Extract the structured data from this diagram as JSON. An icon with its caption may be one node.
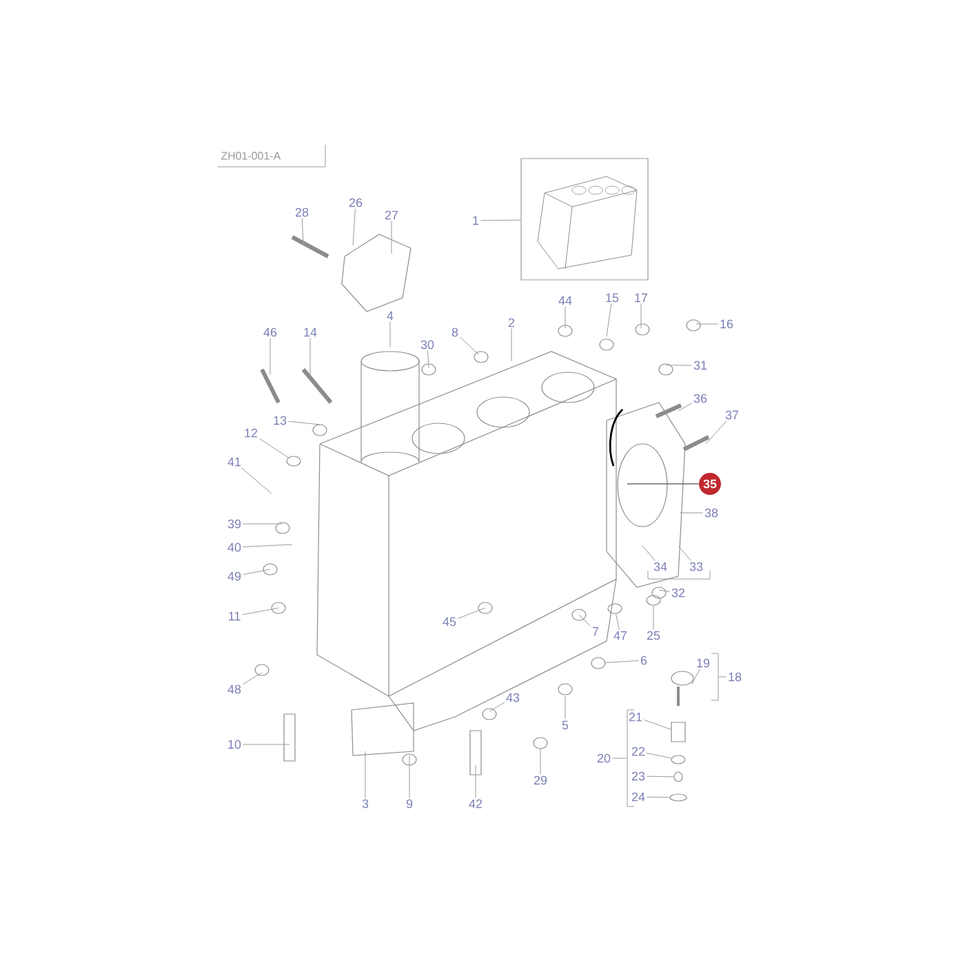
{
  "diagram": {
    "nodes": [
      {
        "text": [],
        "shape": "picture"
      },
      {
        "text": [
          "1"
        ]
      },
      {
        "text": [
          "28"
        ]
      },
      {
        "text": [
          "26"
        ]
      },
      {
        "text": [
          "27"
        ]
      },
      {
        "text": [
          "4"
        ]
      },
      {
        "text": [
          "44"
        ]
      },
      {
        "text": [
          "15"
        ]
      },
      {
        "text": [
          "17"
        ]
      },
      {
        "text": [
          "16"
        ]
      },
      {
        "text": [
          "46"
        ]
      },
      {
        "text": [
          "14"
        ]
      },
      {
        "text": [
          "30"
        ]
      },
      {
        "text": [
          "8"
        ]
      },
      {
        "text": [
          "2"
        ]
      },
      {
        "text": [
          "31"
        ]
      },
      {
        "text": [
          "36"
        ]
      },
      {
        "text": [
          "37"
        ]
      },
      {
        "text": [
          "13"
        ]
      },
      {
        "text": [
          "12"
        ]
      },
      {
        "text": [
          "41"
        ]
      },
      {
        "text": [
          "35"
        ]
      },
      {
        "text": [
          "39"
        ]
      },
      {
        "text": [
          "38"
        ]
      },
      {
        "text": [
          "40"
        ]
      },
      {
        "text": [
          "49"
        ]
      },
      {
        "text": [
          "34"
        ]
      },
      {
        "text": [
          "33"
        ]
      },
      {
        "text": [
          "11"
        ]
      },
      {
        "text": [
          "32"
        ]
      },
      {
        "text": [
          "45"
        ]
      },
      {
        "text": [
          "7"
        ]
      },
      {
        "text": [
          "47"
        ]
      },
      {
        "text": [
          "25"
        ]
      },
      {
        "text": [
          "6"
        ]
      },
      {
        "text": [
          "19"
        ]
      },
      {
        "text": [
          "18"
        ]
      },
      {
        "text": [
          "48"
        ]
      },
      {
        "text": [
          "43"
        ]
      },
      {
        "text": [
          "5"
        ]
      },
      {
        "text": [
          "21"
        ]
      },
      {
        "text": [
          "10"
        ]
      },
      {
        "text": [
          "22"
        ]
      },
      {
        "text": [
          "20"
        ]
      },
      {
        "text": [
          "23"
        ]
      },
      {
        "text": [
          "29"
        ]
      },
      {
        "text": [
          "24"
        ]
      },
      {
        "text": [
          "3"
        ]
      },
      {
        "text": [
          "9"
        ]
      },
      {
        "text": [
          "42"
        ]
      },
      {
        "text": [],
        "shape": "bar"
      },
      {
        "text": [],
        "shape": "bar"
      },
      {
        "text": [],
        "shape": "bar"
      },
      {
        "text": [],
        "shape": "circle"
      },
      {
        "text": [],
        "shape": "circle"
      },
      {
        "text": [],
        "shape": "circle"
      },
      {
        "text": [],
        "shape": "circle"
      },
      {
        "text": [],
        "shape": "box"
      },
      {
        "text": [],
        "shape": "circle"
      },
      {
        "text": [],
        "shape": "circle"
      },
      {
        "text": [],
        "shape": "circle"
      },
      {
        "text": [],
        "shape": "circle"
      }
    ],
    "edges": [
      {
        "from": 1,
        "to": 0,
        "arrow": "none"
      },
      {
        "from": 2,
        "to": null,
        "arrow": "none"
      },
      {
        "from": 3,
        "to": null,
        "arrow": "none"
      },
      {
        "from": 4,
        "to": null,
        "arrow": "none"
      },
      {
        "from": 5,
        "to": null,
        "arrow": "none"
      },
      {
        "from": 6,
        "to": null,
        "arrow": "none"
      },
      {
        "from": 7,
        "to": null,
        "arrow": "none"
      },
      {
        "from": 8,
        "to": null,
        "arrow": "none"
      },
      {
        "from": 9,
        "to": null,
        "arrow": "none"
      },
      {
        "from": 10,
        "to": null,
        "arrow": "none"
      },
      {
        "from": 11,
        "to": null,
        "arrow": "none"
      },
      {
        "from": 12,
        "to": null,
        "arrow": "none"
      },
      {
        "from": 13,
        "to": null,
        "arrow": "none"
      },
      {
        "from": 14,
        "to": null,
        "arrow": "none"
      },
      {
        "from": 15,
        "to": null,
        "arrow": "none"
      },
      {
        "from": 16,
        "to": null,
        "arrow": "none"
      },
      {
        "from": 17,
        "to": null,
        "arrow": "none"
      },
      {
        "from": 18,
        "to": null,
        "arrow": "none"
      },
      {
        "from": 19,
        "to": 53,
        "arrow": "none"
      },
      {
        "from": 20,
        "to": null,
        "arrow": "none"
      },
      {
        "from": 21,
        "to": null,
        "arrow": "none",
        "color": "#222222"
      },
      {
        "from": 22,
        "to": null,
        "arrow": "none"
      },
      {
        "from": 23,
        "to": null,
        "arrow": "none"
      },
      {
        "from": 24,
        "to": null,
        "arrow": "none"
      },
      {
        "from": 25,
        "to": null,
        "arrow": "none"
      },
      {
        "from": 26,
        "to": null,
        "arrow": "none"
      },
      {
        "from": 27,
        "to": null,
        "arrow": "none"
      },
      {
        "from": 28,
        "to": null,
        "arrow": "none"
      },
      {
        "from": 29,
        "to": null,
        "arrow": "none"
      },
      {
        "from": 30,
        "to": null,
        "arrow": "none"
      },
      {
        "from": 31,
        "to": null,
        "arrow": "none"
      },
      {
        "from": 32,
        "to": 54,
        "arrow": "none"
      },
      {
        "from": 33,
        "to": 55,
        "arrow": "none"
      },
      {
        "from": 34,
        "to": 56,
        "arrow": "none"
      },
      {
        "from": 35,
        "to": null,
        "arrow": "none"
      },
      {
        "from": 36,
        "to": 51,
        "arrow": "none"
      },
      {
        "from": 37,
        "to": null,
        "arrow": "none"
      },
      {
        "from": 38,
        "to": null,
        "arrow": "none"
      },
      {
        "from": 39,
        "to": null,
        "arrow": "none"
      },
      {
        "from": 40,
        "to": 57,
        "arrow": "none"
      },
      {
        "from": 41,
        "to": null,
        "arrow": "none"
      },
      {
        "from": 42,
        "to": 59,
        "arrow": "none"
      },
      {
        "from": 43,
        "to": 52,
        "arrow": "none"
      },
      {
        "from": 44,
        "to": 60,
        "arrow": "none"
      },
      {
        "from": 45,
        "to": 58,
        "arrow": "none"
      },
      {
        "from": 46,
        "to": 61,
        "arrow": "none"
      },
      {
        "from": 47,
        "to": null,
        "arrow": "none"
      },
      {
        "from": 48,
        "to": null,
        "arrow": "none"
      },
      {
        "from": 49,
        "to": null,
        "arrow": "none"
      }
    ],
    "labels": [
      "ZH01-001-A"
    ]
  }
}
